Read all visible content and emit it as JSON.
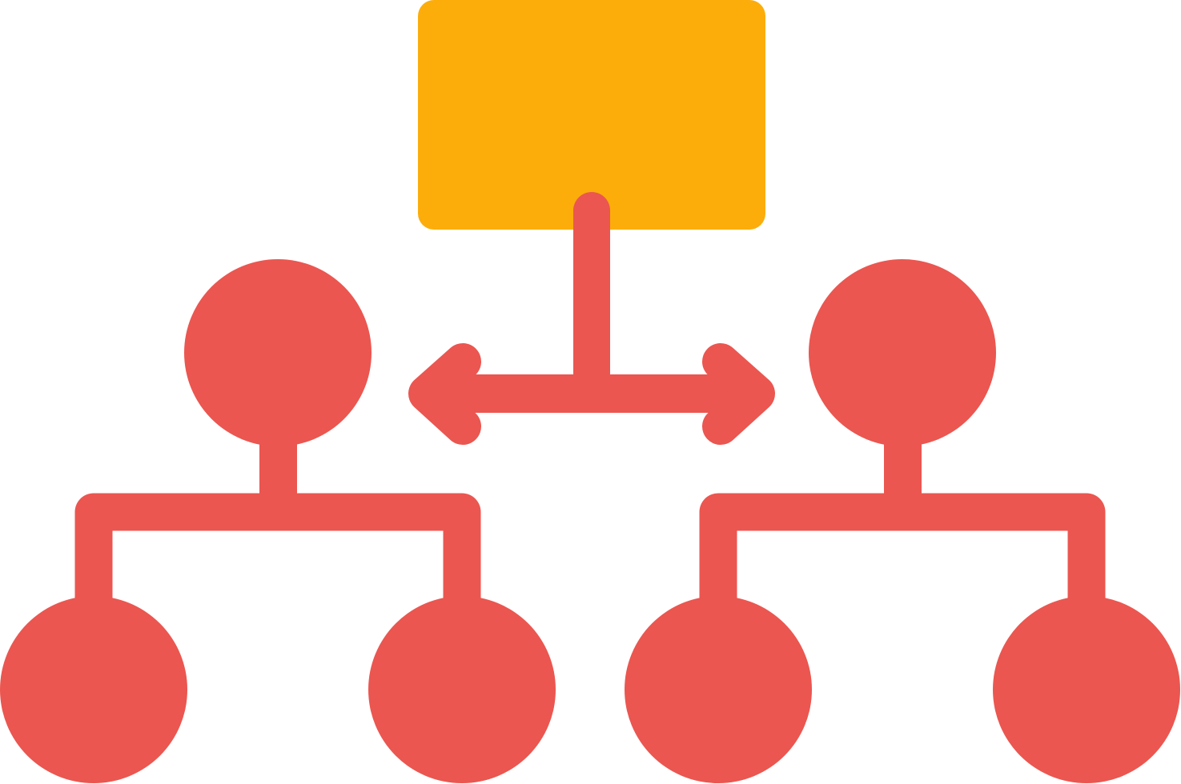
{
  "icon": {
    "name": "hierarchy-structure-icon",
    "colors": {
      "primary": "#EB5650",
      "accent": "#FCAD0A",
      "background": "#FFFFFF"
    },
    "parts": {
      "top_node": "rectangle",
      "connector": "double-headed-arrow",
      "child_nodes": 2,
      "leaf_nodes": 4
    }
  }
}
